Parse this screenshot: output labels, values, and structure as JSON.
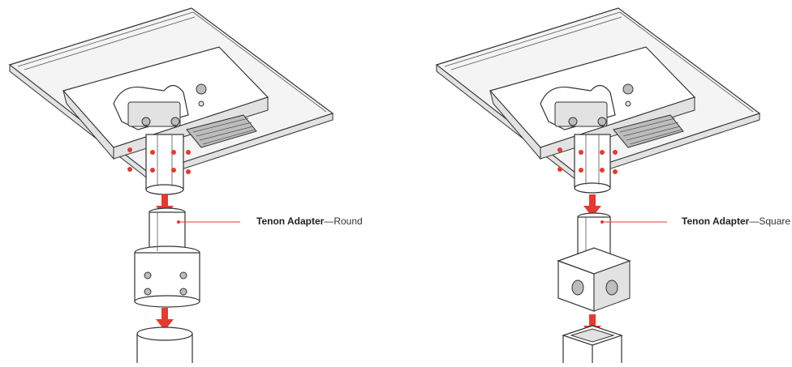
{
  "callouts": {
    "left": {
      "name": "Tenon Adapter",
      "separator": "—",
      "variant": "Round"
    },
    "right": {
      "name": "Tenon Adapter",
      "separator": "—",
      "variant": "Square"
    }
  },
  "colors": {
    "line": "#333333",
    "arrow": "#e8392f",
    "panel_fill": "#f4f4f4",
    "shade": "#d9d9d9"
  },
  "icons": {
    "down_arrow": "red-down-arrow-icon",
    "screw": "screw-icon"
  }
}
